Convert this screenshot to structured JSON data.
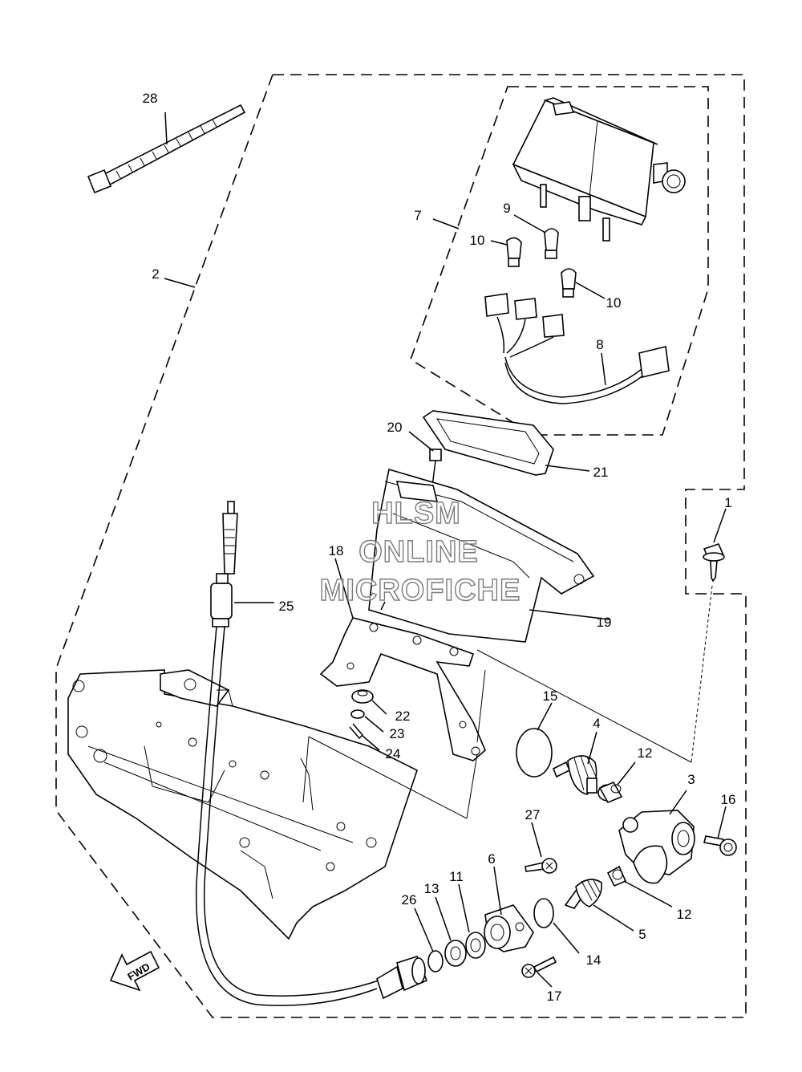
{
  "callouts": {
    "c1": "1",
    "c2": "2",
    "c3": "3",
    "c4": "4",
    "c5": "5",
    "c6": "6",
    "c7": "7",
    "c8": "8",
    "c9": "9",
    "c10a": "10",
    "c10b": "10",
    "c11": "11",
    "c12a": "12",
    "c12b": "12",
    "c13": "13",
    "c14": "14",
    "c15": "15",
    "c16": "16",
    "c17": "17",
    "c18": "18",
    "c19": "19",
    "c20": "20",
    "c21": "21",
    "c22": "22",
    "c23": "23",
    "c24": "24",
    "c25": "25",
    "c26": "26",
    "c27": "27",
    "c28": "28"
  },
  "watermark": {
    "line1": "HLSM",
    "line2": "ONLINE",
    "line3": "MICROFICHE"
  },
  "direction_label": "FWD"
}
